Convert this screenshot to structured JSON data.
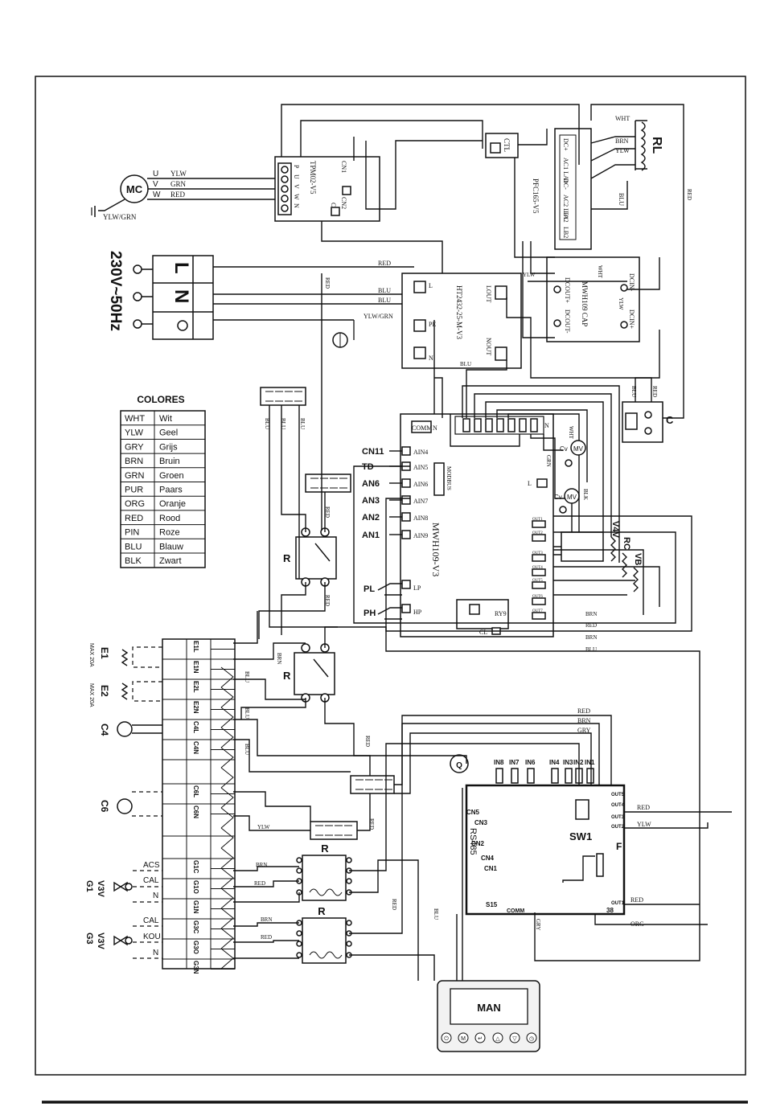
{
  "motor": {
    "label": "MC",
    "ground": "YLW/GRN",
    "phases": [
      "U",
      "V",
      "W"
    ],
    "wires": [
      "YLW",
      "GRN",
      "RED"
    ]
  },
  "power": {
    "supply": "230V~50Hz",
    "terminals": [
      "L",
      "N"
    ]
  },
  "modules": {
    "fan_driver": "TPM02-V5",
    "relay_board_top": "PFC165-V5",
    "cap_board": "MWH109 CAP",
    "main_board_v3": "MWH109-V3",
    "ht_board": "HT2432-25-M-V3",
    "rl": "RL",
    "ctl": "CTL"
  },
  "fan_driver_pins": [
    "P",
    "U",
    "V",
    "W",
    "N"
  ],
  "fan_connectors": [
    "CN1",
    "CN2",
    "CN3"
  ],
  "ht_pins": [
    "L",
    "PE",
    "N",
    "LOUT",
    "NOUT"
  ],
  "pfc_pins": [
    "DC+",
    "AC1 LA1",
    "DC-",
    "AC2 LB1",
    "LA2",
    "LB2"
  ],
  "cap_pins": [
    "DCOUT+",
    "DCOUT-",
    "DCIN-",
    "DCIN+"
  ],
  "rl_wires": [
    "WHT",
    "BRN",
    "YLW",
    "BLU"
  ],
  "legend": {
    "title": "COLORES",
    "rows": [
      {
        "code": "WHT",
        "name": "Wit"
      },
      {
        "code": "YLW",
        "name": "Geel"
      },
      {
        "code": "GRY",
        "name": "Grijs"
      },
      {
        "code": "BRN",
        "name": "Bruin"
      },
      {
        "code": "GRN",
        "name": "Groen"
      },
      {
        "code": "PUR",
        "name": "Paars"
      },
      {
        "code": "ORG",
        "name": "Oranje"
      },
      {
        "code": "RED",
        "name": "Rood"
      },
      {
        "code": "PIN",
        "name": "Roze"
      },
      {
        "code": "BLU",
        "name": "Blauw"
      },
      {
        "code": "BLK",
        "name": "Zwart"
      }
    ]
  },
  "sensors": [
    {
      "name": "CN11",
      "pin": "AIN4"
    },
    {
      "name": "TD",
      "pin": "AIN5"
    },
    {
      "name": "AN6",
      "pin": "AIN6"
    },
    {
      "name": "AN3",
      "pin": "AIN7"
    },
    {
      "name": "AN2",
      "pin": "AIN8"
    },
    {
      "name": "AN1",
      "pin": "AIN9"
    }
  ],
  "pressure": [
    {
      "name": "PL",
      "pin": "LP"
    },
    {
      "name": "PH",
      "pin": "HP"
    }
  ],
  "main_board_misc": {
    "comm": "COMM",
    "n": "N",
    "l": "L",
    "modbus": "MODBUS",
    "ry9": "RY9",
    "cl": "CL"
  },
  "outputs": [
    "OUT1",
    "OUT2",
    "OUT3",
    "OUT4",
    "OUT5",
    "OUT6",
    "OUT7"
  ],
  "valves": {
    "cv1": "Cv",
    "mv1": "MV",
    "cv2": "Cv",
    "mv2": "MV",
    "v4v": "V4V",
    "rc": "RC",
    "vb": "VB",
    "c": "C"
  },
  "wire_labels": {
    "red": "RED",
    "blu": "BLU",
    "ylw": "YLW",
    "brn": "BRN",
    "gry": "GRY",
    "org": "ORG",
    "wht": "WHT",
    "blk": "BLK",
    "ylwgrn": "YLW/GRN",
    "grn": "GRN"
  },
  "relay_label": "R",
  "terminal_strip": [
    "E1L",
    "E1N",
    "E2L",
    "E2N",
    "C4L",
    "C4N",
    "C6L",
    "C6N",
    "G1C",
    "G1O",
    "G1N",
    "G3C",
    "G3O",
    "G3N"
  ],
  "loads": {
    "e1": "E1",
    "e1_max": "MAX 20A",
    "e2": "E2",
    "e2_max": "MAX 20A",
    "c4": "C4",
    "c6": "C6",
    "g1": "G1",
    "g3": "G3",
    "v3v": "V3V"
  },
  "valve_terms_g1": [
    "ACS",
    "CAL",
    "N"
  ],
  "valve_terms_g3": [
    "CAL",
    "KOU",
    "N"
  ],
  "controller": {
    "inputs": [
      "IN8",
      "IN7",
      "IN6",
      "IN4",
      "IN3",
      "IN2",
      "IN1"
    ],
    "sw1": "SW1",
    "rs485": "RS485",
    "cn": [
      "CN5",
      "CN3",
      "CN2",
      "CN4",
      "CN1"
    ],
    "outputs_right": [
      "OUT5",
      "OUT4",
      "OUT3",
      "OUT2",
      "OUT1"
    ],
    "f": "F",
    "s15": "S15",
    "comm": "COMM",
    "s8": "38",
    "q": "Q"
  },
  "man": {
    "label": "MAN",
    "buttons": [
      "power",
      "mode",
      "back",
      "up",
      "down",
      "clock"
    ]
  }
}
